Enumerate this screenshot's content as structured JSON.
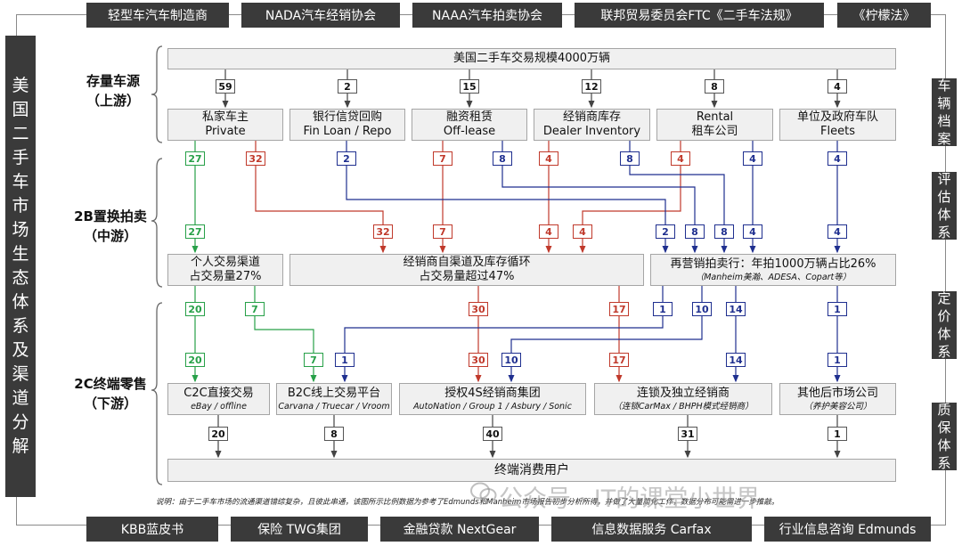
{
  "top_bar": [
    "轻型车汽车制造商",
    "NADA汽车经销协会",
    "NAAA汽车拍卖协会",
    "联邦贸易委员会FTC《二手车法规》",
    "《柠檬法》"
  ],
  "bottom_bar": [
    "KBB蓝皮书",
    "保险 TWG集团",
    "金融贷款 NextGear",
    "信息数据服务 Carfax",
    "行业信息咨询 Edmunds"
  ],
  "left_title": "美国二手车市场生态体系及渠道分解",
  "right_bar": [
    "车辆档案",
    "评估体系",
    "定价体系",
    "质保体系"
  ],
  "stages": {
    "upstream": [
      "存量车源",
      "（上游）"
    ],
    "midstream": [
      "2B置换拍卖",
      "（中游）"
    ],
    "downstream": [
      "2C终端零售",
      "（下游）"
    ]
  },
  "market_total": "美国二手车交易规模4000万辆",
  "sources": [
    {
      "l1": "私家车主",
      "l2": "Private",
      "count": "59"
    },
    {
      "l1": "银行信贷回购",
      "l2": "Fin Loan / Repo",
      "count": "2"
    },
    {
      "l1": "融资租赁",
      "l2": "Off-lease",
      "count": "15"
    },
    {
      "l1": "经销商库存",
      "l2": "Dealer Inventory",
      "count": "12"
    },
    {
      "l1": "Rental",
      "l2": "租车公司",
      "count": "8"
    },
    {
      "l1": "单位及政府车队",
      "l2": "Fleets",
      "count": "4"
    }
  ],
  "mid_channels": [
    {
      "l1": "个人交易渠道",
      "l2": "占交易量27%",
      "sub": ""
    },
    {
      "l1": "经销商自渠道及库存循环",
      "l2": "占交易量超过47%",
      "sub": ""
    },
    {
      "l1": "再营销拍卖行：年拍1000万辆占比26%",
      "l2": "",
      "sub": "（Manheim美瀚、ADESA、Copart等）"
    }
  ],
  "retail": [
    {
      "l1": "C2C直接交易",
      "sub": "eBay / offline",
      "count": "20"
    },
    {
      "l1": "B2C线上交易平台",
      "sub": "Carvana / Truecar / Vroom",
      "count": "8"
    },
    {
      "l1": "授权4S经销商集团",
      "sub": "AutoNation / Group 1 / Asbury / Sonic",
      "count": "40"
    },
    {
      "l1": "连锁及独立经销商",
      "sub": "（连锁CarMax / BHPH模式经销商）",
      "count": "31"
    },
    {
      "l1": "其他后市场公司",
      "sub": "（养护美容公司）",
      "count": "1"
    }
  ],
  "consumer": "终端消费用户",
  "flow_numbers": {
    "a1": {
      "green": "27",
      "red": "32",
      "blue1": "2",
      "red2": "7",
      "blue2": "8",
      "red3": "4",
      "blue3": "8",
      "red4": "4",
      "blue4": "4",
      "blue5": "4"
    },
    "a2": {
      "green": "27",
      "red1": "32",
      "red2": "7",
      "red3": "4",
      "red4": "4",
      "b1": "2",
      "b2": "8",
      "b3": "8",
      "b4": "4",
      "b5": "4"
    },
    "b1": {
      "green1": "20",
      "green2": "7",
      "red1": "30",
      "red2": "17",
      "blue1": "1",
      "blue2": "10",
      "blue3": "14",
      "blue4": "1"
    },
    "b2": {
      "green1": "20",
      "green2": "7",
      "blue1": "1",
      "red1": "30",
      "blue2": "10",
      "red2": "17",
      "blue3": "14",
      "blue4": "1"
    }
  },
  "note": "说明：由于二手车市场的流通渠道错综复杂，且彼此串通，该图所示比例数据为参考了Edmunds和Manheim市场报告初步分析所得，并做了大量简化工作，数据分布可能需进一步推敲。",
  "watermark": "公众号 · IT的课堂小世界",
  "colors": {
    "dark_bar": "#3a3a3a",
    "green": "#27a048",
    "red": "#c0392b",
    "blue": "#1f2f8f"
  }
}
